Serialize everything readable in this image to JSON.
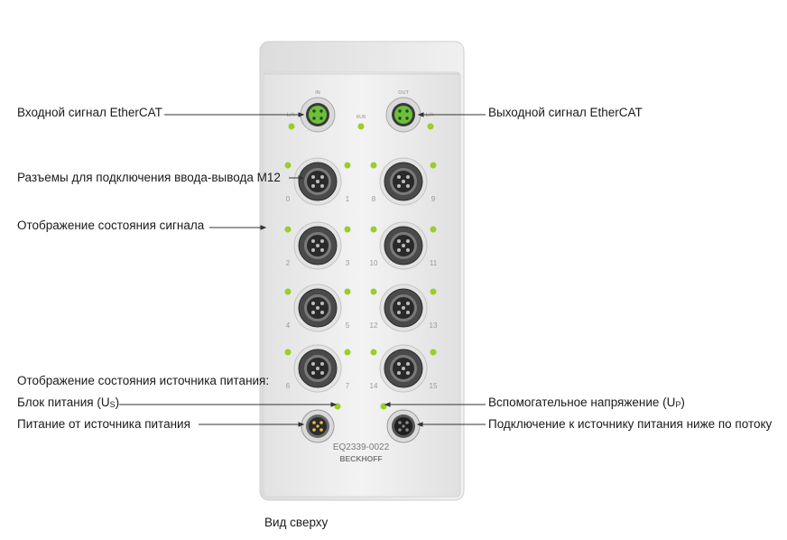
{
  "labels": {
    "ethercat_in": "Входной сигнал EtherCAT",
    "ethercat_out": "Выходной сигнал EtherCAT",
    "m12_connectors": "Разъемы для подключения ввода-вывода M12",
    "signal_status": "Отображение состояния сигнала",
    "power_status_heading": "Отображение состояния источника питания:",
    "power_unit_prefix": "Блок питания (U",
    "power_unit_sub": "S",
    "power_unit_suffix": ")",
    "aux_voltage_prefix": "Вспомогательное напряжение (U",
    "aux_voltage_sub": "P",
    "aux_voltage_suffix": ")",
    "power_supply": "Питание от источника питания",
    "power_downstream": "Подключение к источнику питания ниже по потоку",
    "view_caption": "Вид сверху"
  },
  "device": {
    "model": "EQ2339-0022",
    "brand": "BECKHOFF",
    "channel_numbers": [
      "0",
      "1",
      "2",
      "3",
      "4",
      "5",
      "6",
      "7",
      "8",
      "9",
      "10",
      "11",
      "12",
      "13",
      "14",
      "15"
    ],
    "port_labels": {
      "in": "IN",
      "out": "OUT",
      "la_left": "L/A",
      "la_right": "L/A",
      "run": "RUN"
    }
  },
  "colors": {
    "led_green": "#9ccc2a",
    "ethercat_connector": "#6dbf3a",
    "housing": "#ececec"
  }
}
